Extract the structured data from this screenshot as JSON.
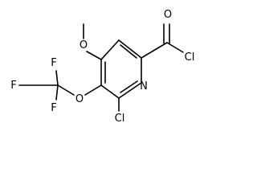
{
  "molecule": {
    "atoms": {
      "methoxy_o": "O",
      "methyl_c": "",
      "carbonyl_o": "O",
      "acyl_cl": "Cl",
      "ring_n": "N",
      "ring_cl": "Cl",
      "ether_o": "O",
      "f_top": "F",
      "f_left": "F",
      "f_bottom": "F"
    },
    "substituents": [
      "methoxy",
      "carbonyl chloride",
      "chloro",
      "trifluoromethoxy"
    ]
  },
  "style": {
    "ink": "#000000",
    "background": "#ffffff"
  }
}
